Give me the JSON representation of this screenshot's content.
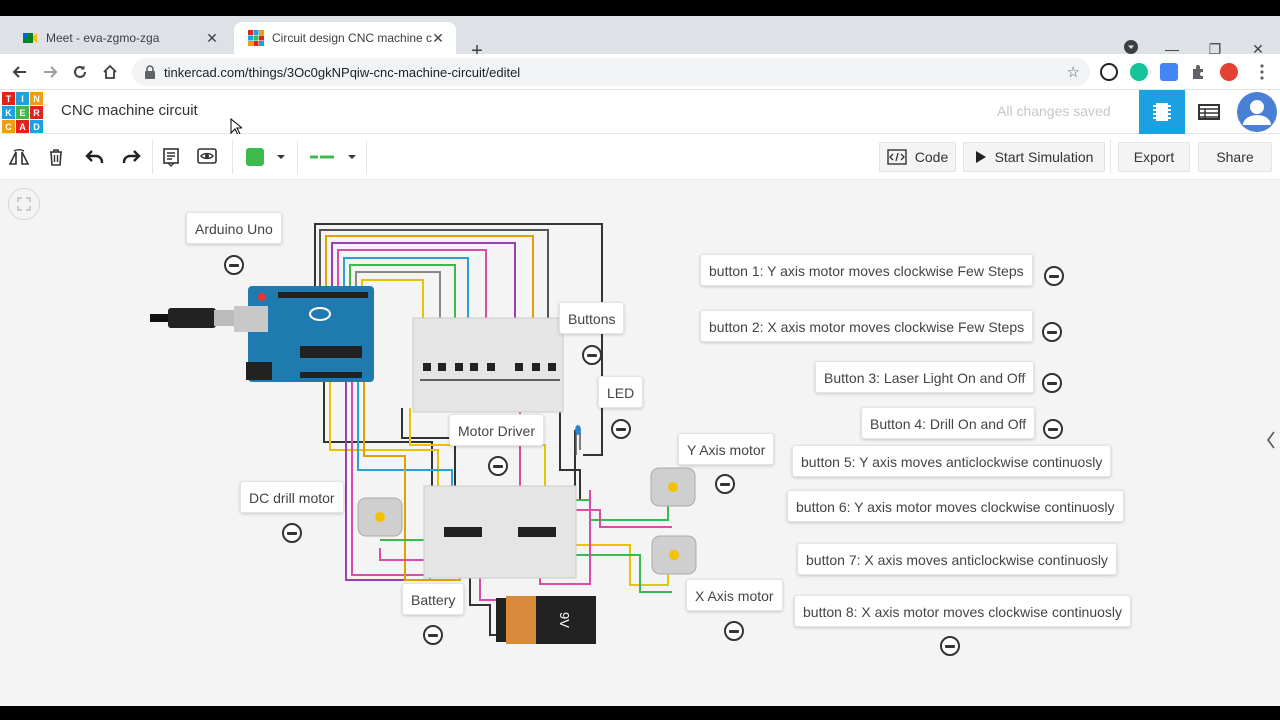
{
  "browser": {
    "tabs": [
      {
        "title": "Meet - eva-zgmo-zga",
        "active": false
      },
      {
        "title": "Circuit design CNC machine circu",
        "active": true
      }
    ],
    "url": "tinkercad.com/things/3Oc0gkNPqiw-cnc-machine-circuit/editel"
  },
  "header": {
    "logo_letters": [
      "TIN",
      "KER",
      "CAD"
    ],
    "project_title": "CNC machine circuit",
    "save_status": "All changes saved"
  },
  "toolbar": {
    "code_label": "Code",
    "start_sim_label": "Start Simulation",
    "export_label": "Export",
    "share_label": "Share",
    "fill_color": "#3dba4e",
    "wire_color": "#3dba4e"
  },
  "canvas": {
    "labels": {
      "arduino": "Arduino Uno",
      "buttons": "Buttons",
      "led": "LED",
      "motor_driver": "Motor Driver",
      "y_axis_motor": "Y Axis motor",
      "dc_drill_motor": "DC drill motor",
      "battery": "Battery",
      "x_axis_motor": "X Axis motor",
      "battery_text": "9V"
    },
    "notes": [
      "button 1: Y axis motor moves clockwise Few Steps",
      "button 2: X axis motor moves clockwise Few Steps",
      "Button 3: Laser Light On and Off",
      "Button 4: Drill On and Off",
      "button 5: Y axis moves anticlockwise continuosly",
      "button 6: Y axis motor moves clockwise continuosly",
      "button 7: X axis moves anticlockwise continuosly",
      "button 8: X axis motor moves clockwise continuosly"
    ]
  },
  "colors": {
    "tinkercad_blue": "#1ba1e2",
    "canvas_bg": "#f4f4f4",
    "arduino_blue": "#1f7ab0"
  }
}
